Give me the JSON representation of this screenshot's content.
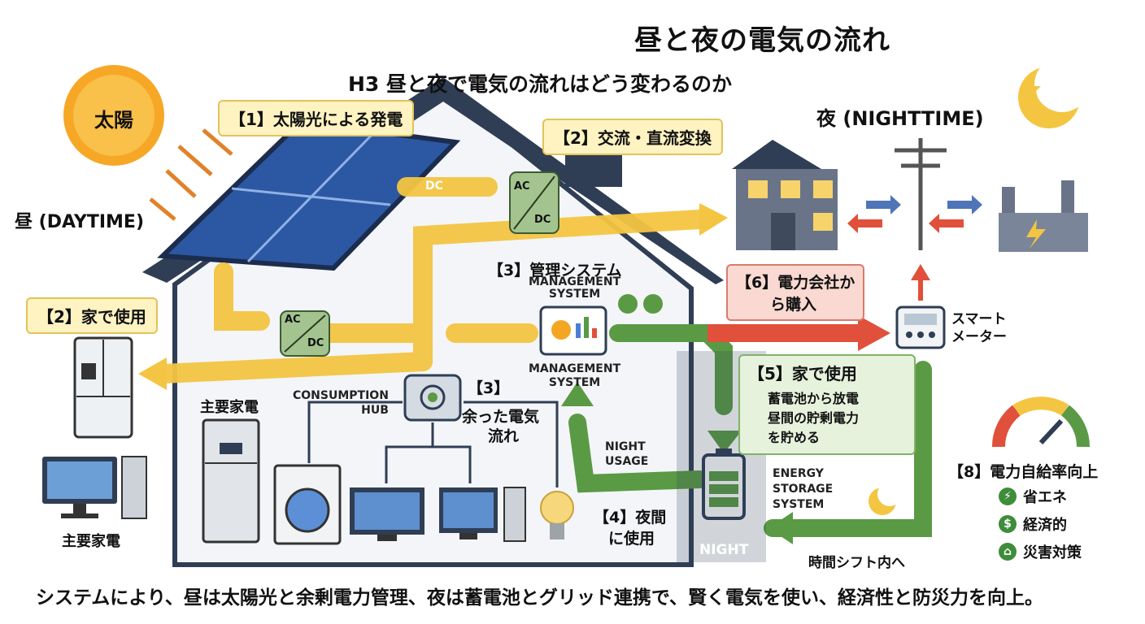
{
  "title": "昼と夜の電気の流れ",
  "subtitle": "H3 昼と夜で電気の流れはどう変わるのか",
  "caption": "システムにより、昼は太陽光と余剰電力管理、夜は蓄電池とグリッド連携で、賢く電気を使い、経済性と防災力を向上。",
  "sun": {
    "label": "太陽",
    "daytime": "昼 (DAYTIME)"
  },
  "night": {
    "label": "夜 (NIGHTTIME)"
  },
  "steps": {
    "s1": "【1】太陽光による発電",
    "s2_convert": "【2】交流・直流変換",
    "s2_use": "【2】家で使用",
    "s3_mgmt": "【3】管理システム",
    "s3_surplus_num": "【3】",
    "s3_surplus_text": [
      "余った電気",
      "流れ"
    ],
    "s4": [
      "【4】夜間",
      "に使用"
    ],
    "s5_title": "【5】家で使用",
    "s5_lines": [
      "蓄電池から放電",
      "昼間の貯剰電力",
      "を貯める"
    ],
    "s6": [
      "【6】電力会社か",
      "ら購入"
    ],
    "s8": "【8】電力自給率向上"
  },
  "labels": {
    "dc": "DC",
    "acdc_top": "AC",
    "acdc_bottom": "DC",
    "management_top": "MANAGEMENT\nSYSTEM",
    "management_bottom": "MANAGEMENT\nSYSTEM",
    "consumption_hub": "CONSUMPTION\nHUB",
    "night_usage": "NIGHT\nUSAGE",
    "energy_storage": "ENERGY\nSTORAGE\nSYSTEM",
    "night_tag": "NIGHT",
    "appliances_main": "主要家電",
    "appliances_left": "主要家電",
    "smart_meter": "スマート\nメーター",
    "time_shift": "時間シフト内へ"
  },
  "benefits": [
    {
      "icon": "energy-icon",
      "label": "省エネ"
    },
    {
      "icon": "dollar-icon",
      "label": "経済的"
    },
    {
      "icon": "home-icon",
      "label": "災害対策"
    }
  ],
  "colors": {
    "yellow_flow": "#f4c542",
    "green_flow": "#5a9a45",
    "red_flow": "#e0503a",
    "house_roof": "#2f3e55",
    "panel": "#2c58a3"
  }
}
